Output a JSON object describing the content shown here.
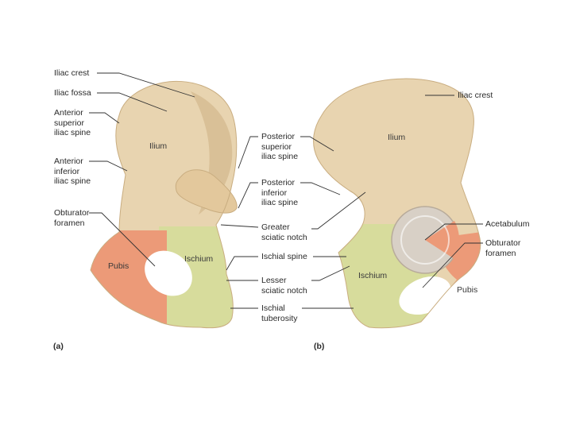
{
  "colors": {
    "ilium": "#e8d4b0",
    "ilium_shade": "#d9c097",
    "ischium": "#d7dc9c",
    "pubis": "#ec9a78",
    "line": "#333333",
    "background": "#ffffff"
  },
  "panel_a": {
    "tag": "(a)",
    "bone_labels": {
      "ilium": "Ilium",
      "ischium": "Ischium",
      "pubis": "Pubis"
    },
    "left_labels": [
      {
        "lines": [
          "Iliac crest"
        ]
      },
      {
        "lines": [
          "Iliac fossa"
        ]
      },
      {
        "lines": [
          "Anterior",
          "superior",
          "iliac spine"
        ]
      },
      {
        "lines": [
          "Anterior",
          "inferior",
          "iliac spine"
        ]
      },
      {
        "lines": [
          "Obturator",
          "foramen"
        ]
      }
    ]
  },
  "center_labels": [
    {
      "lines": [
        "Posterior",
        "superior",
        "iliac spine"
      ]
    },
    {
      "lines": [
        "Posterior",
        "inferior",
        "iliac spine"
      ]
    },
    {
      "lines": [
        "Greater",
        "sciatic notch"
      ]
    },
    {
      "lines": [
        "Ischial spine"
      ]
    },
    {
      "lines": [
        "Lesser",
        "sciatic notch"
      ]
    },
    {
      "lines": [
        "Ischial",
        "tuberosity"
      ]
    }
  ],
  "panel_b": {
    "tag": "(b)",
    "bone_labels": {
      "ilium": "Ilium",
      "ischium": "Ischium",
      "pubis": "Pubis"
    },
    "right_labels": [
      {
        "lines": [
          "Iliac crest"
        ]
      },
      {
        "lines": [
          "Acetabulum"
        ]
      },
      {
        "lines": [
          "Obturator",
          "foramen"
        ]
      }
    ]
  }
}
